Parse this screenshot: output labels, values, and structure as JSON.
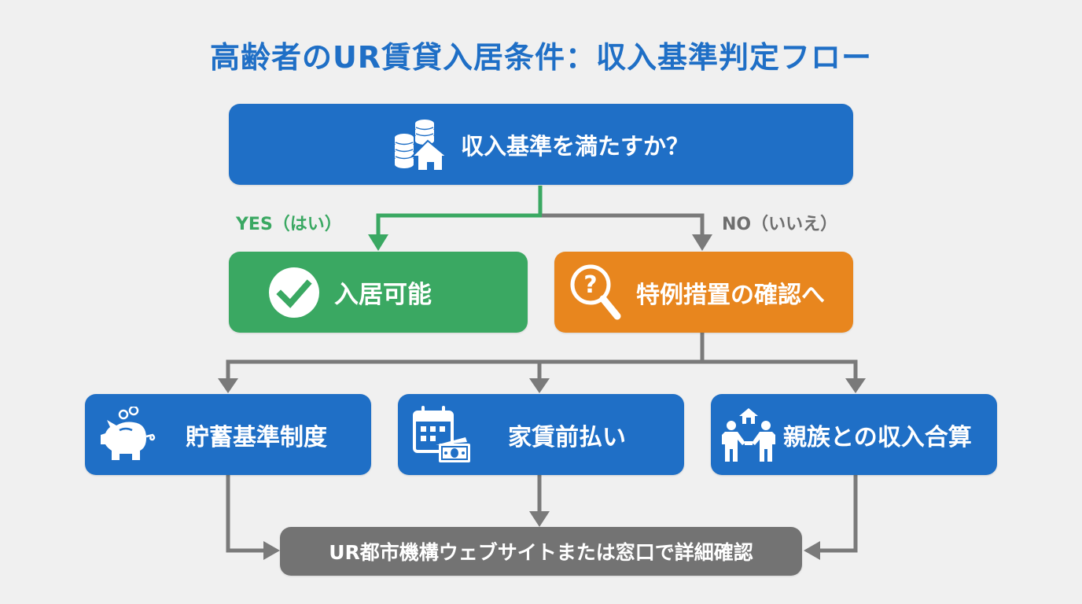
{
  "title": "高齢者のUR賃貸入居条件：収入基準判定フロー",
  "question": {
    "label": "収入基準を満たすか？",
    "icon": "coins-house-icon"
  },
  "branches": {
    "yes_label": "YES（はい）",
    "no_label": "NO（いいえ）"
  },
  "yes_result": {
    "label": "入居可能",
    "icon": "check-circle-icon"
  },
  "no_result": {
    "label": "特例措置の確認へ",
    "icon": "magnifier-question-icon"
  },
  "options": [
    {
      "label": "貯蓄基準制度",
      "icon": "piggy-bank-icon"
    },
    {
      "label": "家賃前払い",
      "icon": "calendar-money-icon"
    },
    {
      "label": "親族との収入合算",
      "icon": "family-house-icon"
    }
  ],
  "final": {
    "label": "UR都市機構ウェブサイトまたは窓口で詳細確認"
  },
  "colors": {
    "title": "#1f6fc6",
    "blue": "#1f6fc6",
    "green": "#3aa862",
    "orange": "#e8861e",
    "gray": "#737373",
    "connector_gray": "#7a7a7a",
    "connector_green": "#3aa862",
    "background": "#f0f0f0"
  }
}
